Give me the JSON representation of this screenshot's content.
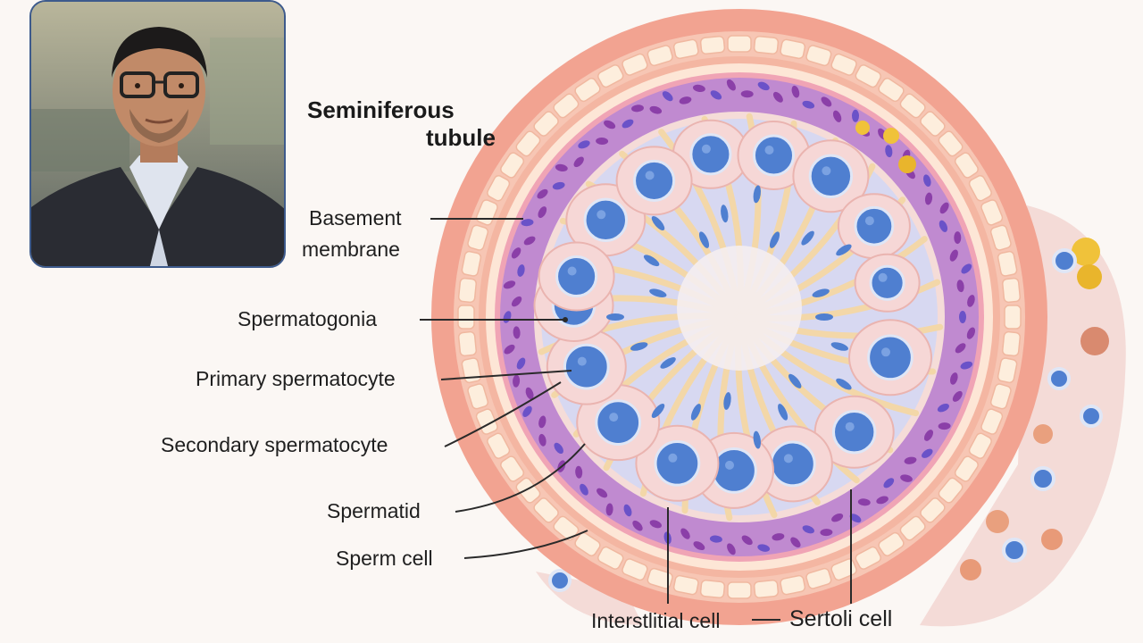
{
  "title": {
    "line1": "Seminiferous",
    "line2": "tubule"
  },
  "labels": {
    "basement_membrane_1": "Basement",
    "basement_membrane_2": "membrane",
    "spermatogonia": "Spermatogonia",
    "primary_spermatocyte": "Primary spermatocyte",
    "secondary_spermatocyte": "Secondary spermatocyte",
    "spermatid": "Spermatid",
    "sperm_cell": "Sperm cell",
    "interstitial_cell": "Interstlitial cell",
    "sertoli_cell": "Sertoli cell"
  },
  "colors": {
    "background": "#fbf7f4",
    "outer_wall": "#f0a08e",
    "cell_ring": "#fde6d6",
    "purple_layer": "#a25fb8",
    "germ_cell": "#f6d7d6",
    "nucleus": "#4f7fd0",
    "lumen": "#cfd2ef",
    "sertoli_strand": "#f3d7a8",
    "label_line": "#2a2a2a",
    "photo_border": "#3d5a8c"
  },
  "presenter_photo": {
    "icon": "presenter-portrait-icon"
  }
}
